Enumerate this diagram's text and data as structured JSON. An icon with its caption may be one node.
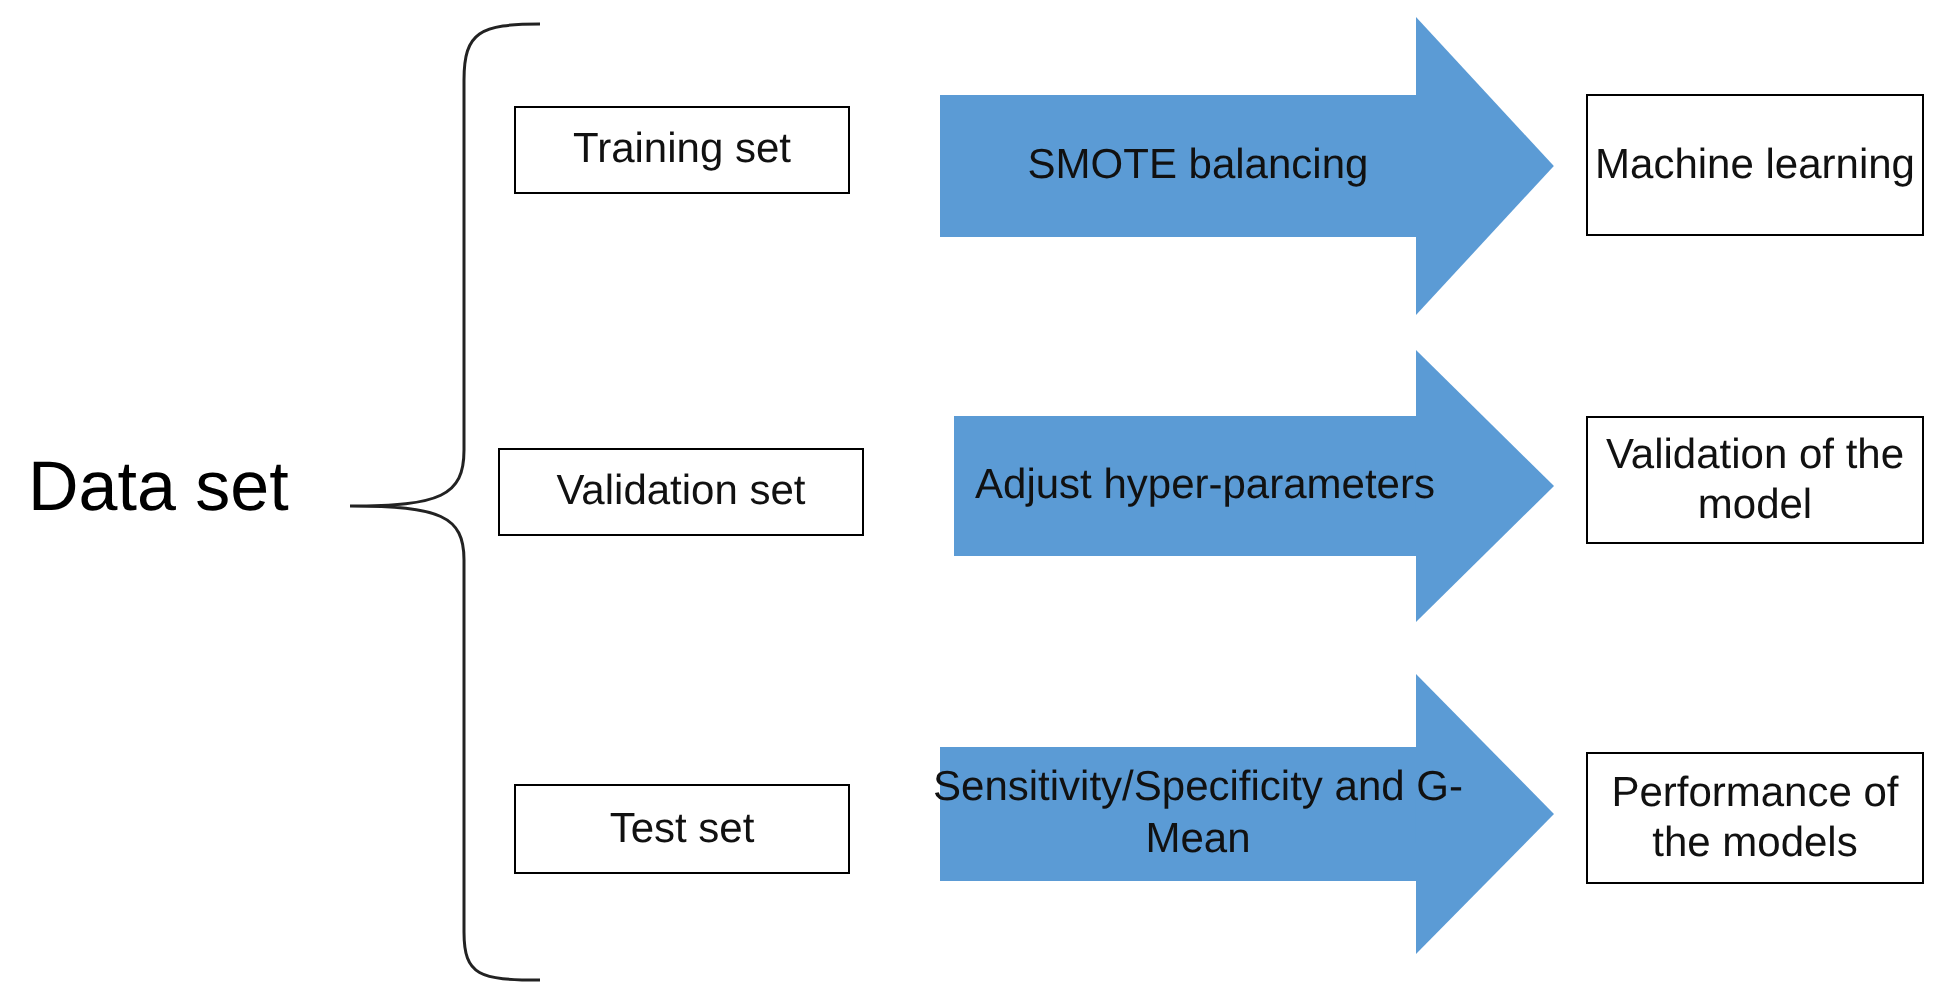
{
  "diagram": {
    "nodes": [
      {
        "text": [
          "Training set"
        ]
      },
      {
        "text": [
          "Machine learning"
        ]
      },
      {
        "text": [
          "Validation set"
        ]
      },
      {
        "text": [
          "Validation of the model"
        ]
      },
      {
        "text": [
          "Test set"
        ]
      },
      {
        "text": [
          "Performance of the models"
        ]
      }
    ],
    "edges": [
      {
        "from": 0,
        "to": 1,
        "arrow": "to",
        "label": "SMOTE balancing"
      },
      {
        "from": 2,
        "to": 3,
        "arrow": "to",
        "label": "Adjust hyper-parameters"
      },
      {
        "from": 4,
        "to": 5,
        "arrow": "to",
        "label": "Sensitivity/Specificity and G-Mean"
      }
    ],
    "labels": [
      "Data set"
    ]
  }
}
